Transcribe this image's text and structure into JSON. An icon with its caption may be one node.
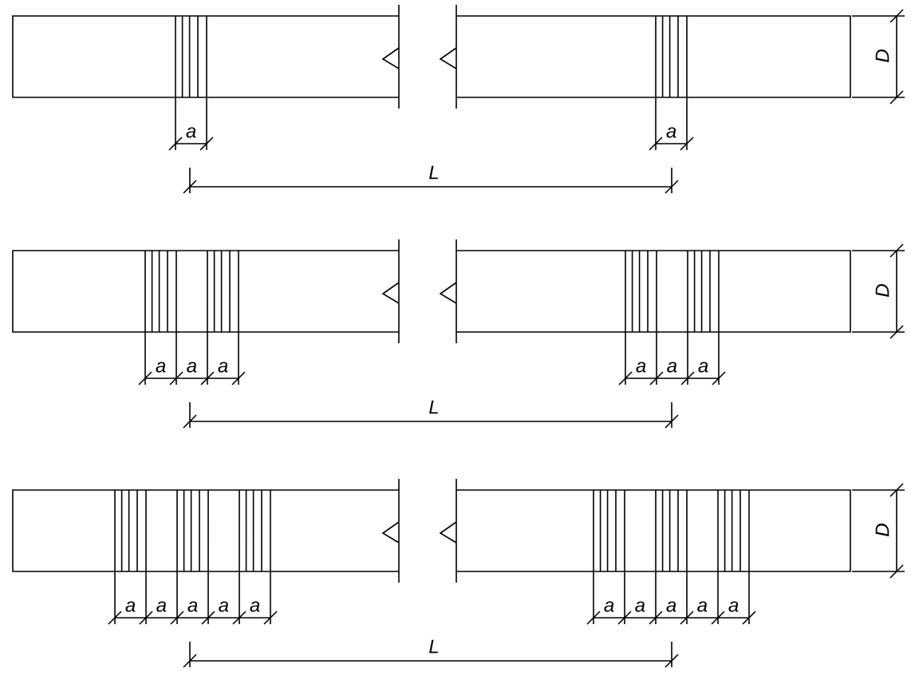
{
  "diagram": {
    "labels": [
      "D",
      "a",
      "a",
      "L",
      "D",
      "a",
      "a",
      "a",
      "a",
      "a",
      "a",
      "L",
      "D",
      "a",
      "a",
      "a",
      "a",
      "a",
      "a",
      "a",
      "a",
      "a",
      "a",
      "L"
    ]
  }
}
